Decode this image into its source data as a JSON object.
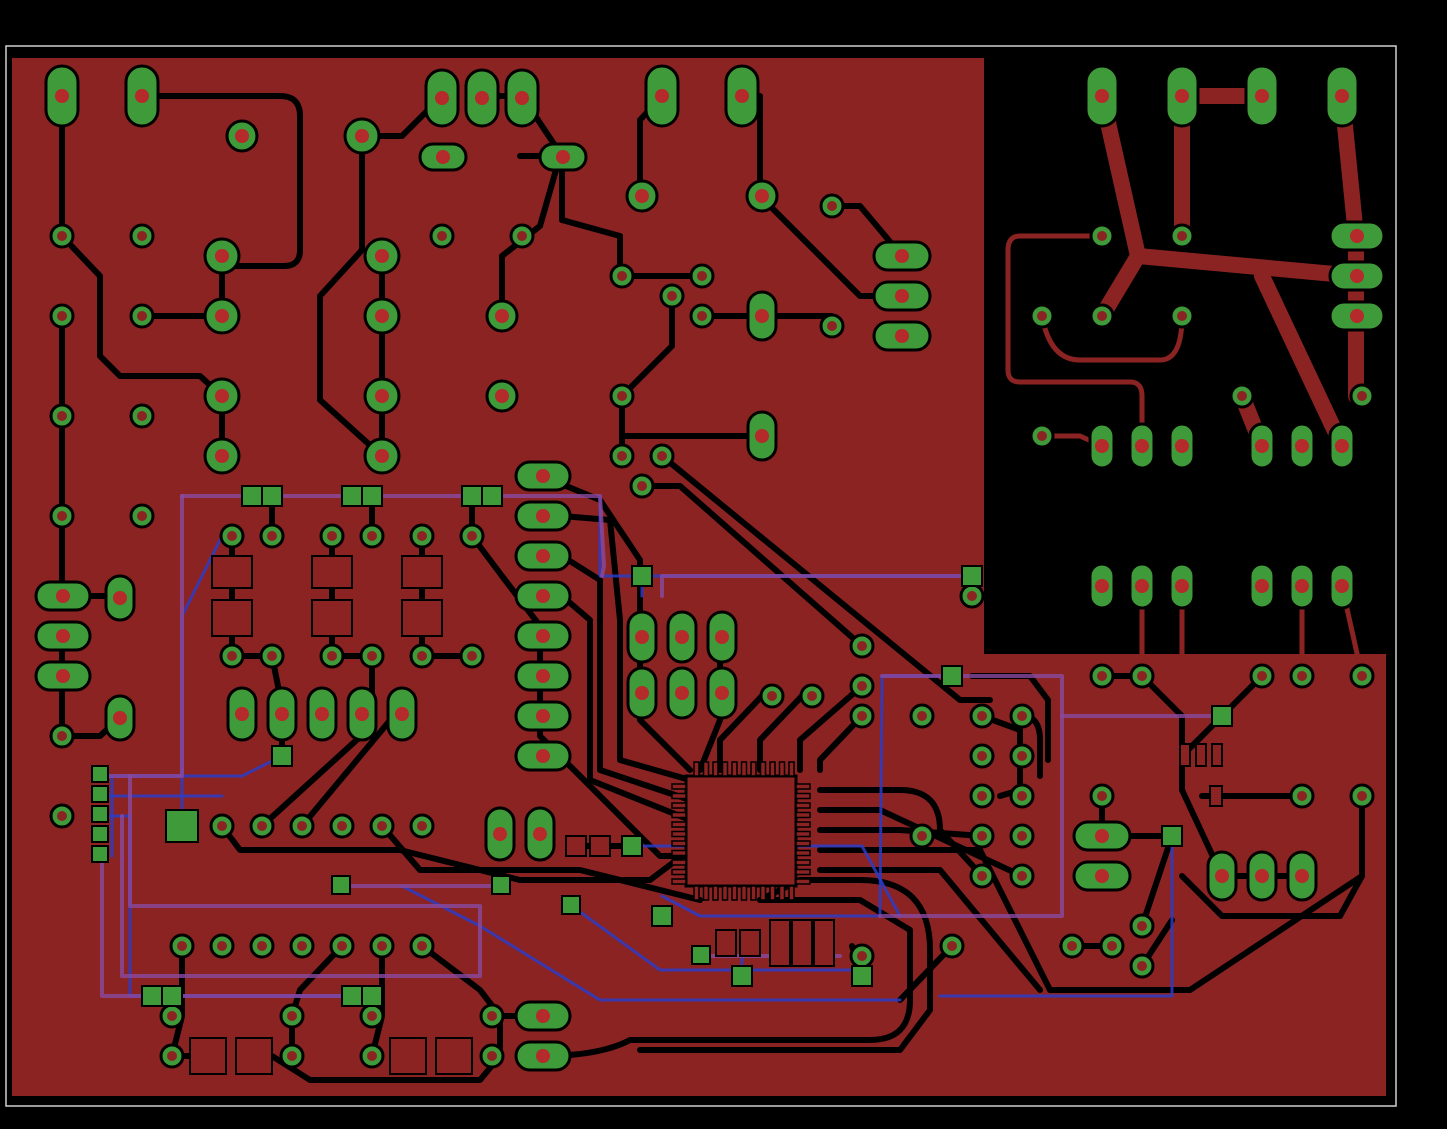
{
  "colors": {
    "background": "#000000",
    "copper_top": "#8b2323",
    "pad_green": "#3f9a3a",
    "drill": "#b52a2a",
    "bottom_trace": "#2a3cc8",
    "silkscreen": "#8a4aa0",
    "board_outline": "#cfcfcf"
  },
  "view": {
    "layers_shown": [
      "top-copper",
      "bottom-copper",
      "pads",
      "vias",
      "dimension"
    ]
  }
}
